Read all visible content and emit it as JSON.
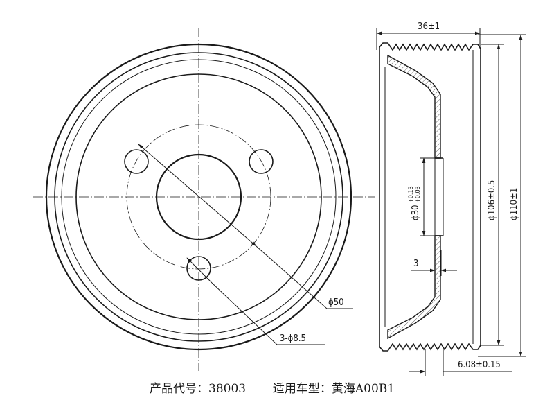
{
  "front_view": {
    "dim_pcd": "ϕ50",
    "dim_holes": "3-ϕ8.5"
  },
  "side_view": {
    "dim_width": "36±1",
    "dim_bore_main": "ϕ30",
    "dim_bore_tol_upper": "+0.13",
    "dim_bore_tol_lower": "+0.03",
    "dim_inner_diameter": "ϕ106±0.5",
    "dim_outer_diameter": "ϕ110±1",
    "dim_wall": "3",
    "dim_groove": "6.08±0.15"
  },
  "caption": {
    "product_code": "产品代号：38003",
    "vehicle_model": "适用车型：黄海A00B1"
  }
}
